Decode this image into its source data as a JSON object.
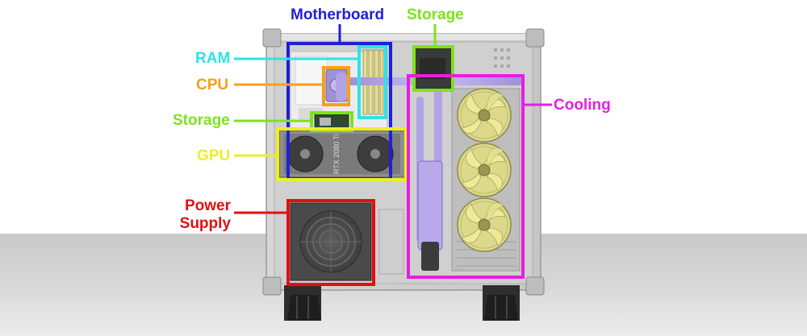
{
  "labels": {
    "motherboard": "Motherboard",
    "storage_top": "Storage",
    "ram": "RAM",
    "cpu": "CPU",
    "storage_mid": "Storage",
    "gpu": "GPU",
    "power_supply_line1": "Power",
    "power_supply_line2": "Supply",
    "cooling": "Cooling"
  },
  "gpu_model_text": "RTX 2080 Ti",
  "colors": {
    "motherboard": "#1f1fd6",
    "storage": "#7ee21b",
    "ram": "#2de3e8",
    "cpu": "#f5a01a",
    "gpu": "#eeee22",
    "power_supply": "#e01010",
    "cooling": "#e61ee0",
    "coolant": "#b2a3e6",
    "fan_blades": "#e4e08a"
  },
  "icons": [
    "fan-icon",
    "psu-fan-grille-icon",
    "ssd-icon",
    "ram-stick-icon",
    "cpu-block-icon",
    "gpu-card-icon"
  ]
}
